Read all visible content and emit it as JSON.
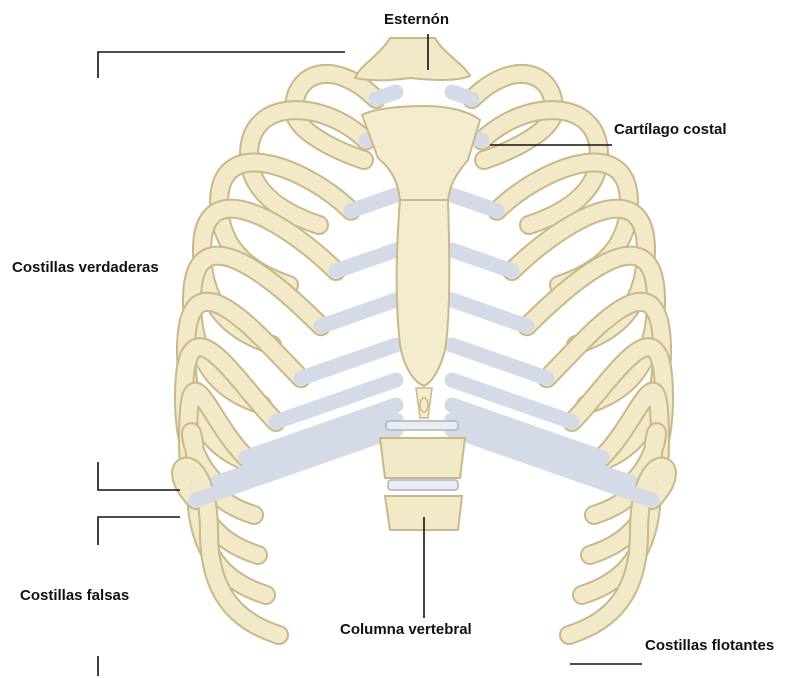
{
  "labels": {
    "esternon": "Esternón",
    "cartilago_costal": "Cartílago costal",
    "costillas_verdaderas": "Costillas verdaderas",
    "costillas_falsas": "Costillas falsas",
    "columna_vertebral": "Columna vertebral",
    "costillas_flotantes": "Costillas flotantes"
  },
  "colors": {
    "bone": "#f2e9c8",
    "bone_stroke": "#c9b88a",
    "cartilage": "#d5dbe6",
    "cartilage_stroke": "#9aa6ba",
    "leader_line": "#111111"
  }
}
